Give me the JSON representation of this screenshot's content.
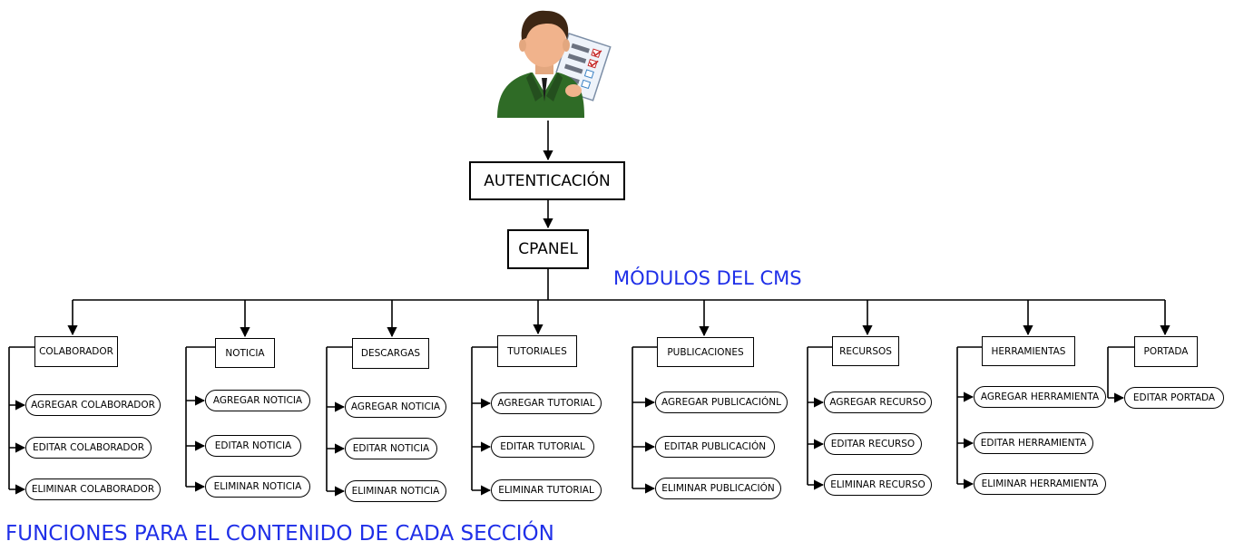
{
  "auth_label": "AUTENTICACIÓN",
  "cpanel_label": "CPANEL",
  "modules_caption": "MÓDULOS DEL CMS",
  "functions_caption": "FUNCIONES PARA EL CONTENIDO DE CADA SECCIÓN",
  "icons": {
    "user": "user-with-checklist-icon"
  },
  "colors": {
    "caption": "#1f2fe8",
    "lines": "#000000"
  },
  "modules": [
    {
      "label": "COLABORADOR",
      "functions": [
        "AGREGAR COLABORADOR",
        "EDITAR COLABORADOR",
        "ELIMINAR COLABORADOR"
      ]
    },
    {
      "label": "NOTICIA",
      "functions": [
        "AGREGAR NOTICIA",
        "EDITAR NOTICIA",
        "ELIMINAR NOTICIA"
      ]
    },
    {
      "label": "DESCARGAS",
      "functions": [
        "AGREGAR NOTICIA",
        "EDITAR NOTICIA",
        "ELIMINAR NOTICIA"
      ]
    },
    {
      "label": "TUTORIALES",
      "functions": [
        "AGREGAR TUTORIAL",
        "EDITAR TUTORIAL",
        "ELIMINAR TUTORIAL"
      ]
    },
    {
      "label": "PUBLICACIONES",
      "functions": [
        "AGREGAR PUBLICACIÓNL",
        "EDITAR PUBLICACIÓN",
        "ELIMINAR PUBLICACIÓN"
      ]
    },
    {
      "label": "RECURSOS",
      "functions": [
        "AGREGAR RECURSO",
        "EDITAR RECURSO",
        "ELIMINAR RECURSO"
      ]
    },
    {
      "label": "HERRAMIENTAS",
      "functions": [
        "AGREGAR HERRAMIENTA",
        "EDITAR HERRAMIENTA",
        "ELIMINAR HERRAMIENTA"
      ]
    },
    {
      "label": "PORTADA",
      "functions": [
        "EDITAR PORTADA"
      ]
    }
  ]
}
